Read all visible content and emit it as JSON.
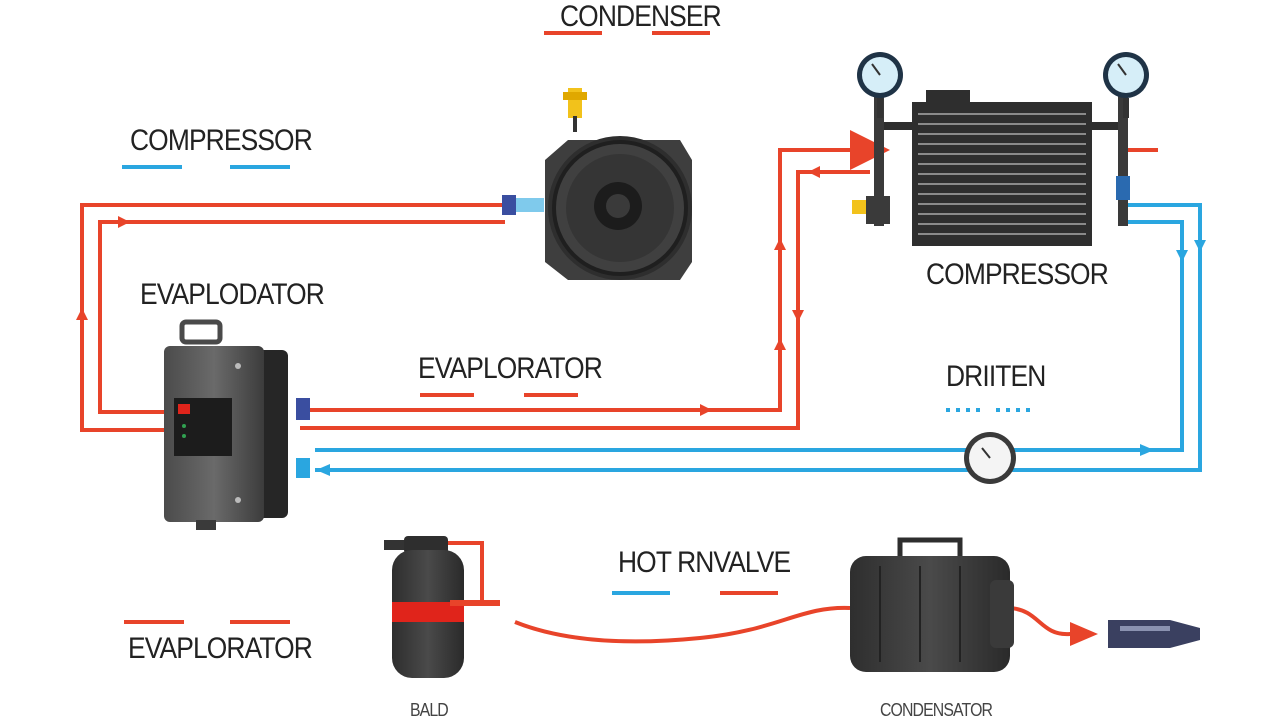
{
  "labels": {
    "top_condenser": "CONDENSER",
    "compressor_left": "COMPRESSOR",
    "compressor_right": "COMPRESSOR",
    "evaplodator": "EVAPLODATOR",
    "evaporator_mid": "EVAPLORATOR",
    "evaporator_bottom": "EVAPLORATOR",
    "driten": "DRIITEN",
    "hot_valve": "HOT RNVALVE",
    "bottom_small_left": "BALD",
    "bottom_small_right": "CONDENSATOR"
  },
  "colors": {
    "hot_line": "#e8442a",
    "cold_line": "#2aa6e0",
    "component_dark": "#3a3a3a",
    "component_mid": "#5a5a5a",
    "gauge_face": "#d6eef8",
    "valve_yellow": "#f2c21b",
    "accent_red_band": "#e0241b"
  },
  "icons": {
    "fan": "fan-icon",
    "gauge": "pressure-gauge-icon",
    "condenser": "condenser-coil-icon",
    "control_box": "control-box-icon",
    "receiver": "receiver-drier-icon",
    "compressor": "compressor-icon",
    "nozzle": "nozzle-icon"
  }
}
